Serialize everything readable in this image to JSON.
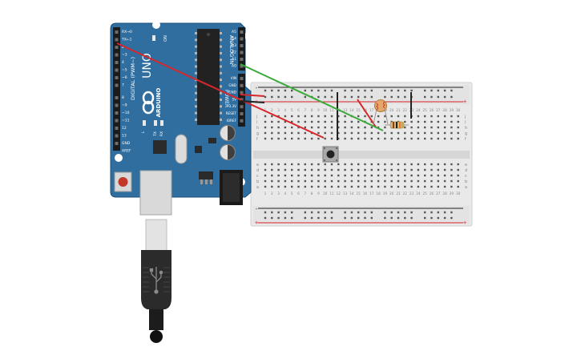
{
  "board": {
    "name": "ARDUINO",
    "model": "UNO",
    "digital_label": "DIGITAL (PWM~)",
    "analog_label": "ANALOG IN",
    "power_label": "POWER",
    "on_label": "ON",
    "tx_label": "TX",
    "rx_label": "RX",
    "l_label": "L",
    "digital_pins": [
      "RX→0",
      "TX←1",
      "2",
      "~3",
      "4",
      "~5",
      "~6",
      "7",
      "8",
      "~9",
      "~10",
      "~11",
      "12",
      "13",
      "GND",
      "AREF"
    ],
    "analog_pins": [
      "A5",
      "A4",
      "A3",
      "A2",
      "A1",
      "A0"
    ],
    "power_pins": [
      "VIN",
      "GND",
      "GND",
      "5V",
      "3.3V",
      "RESET",
      "IOREF"
    ]
  },
  "breadboard": {
    "columns": [
      "1",
      "2",
      "3",
      "4",
      "5",
      "6",
      "7",
      "8",
      "9",
      "10",
      "11",
      "12",
      "13",
      "14",
      "15",
      "16",
      "17",
      "18",
      "19",
      "20",
      "21",
      "22",
      "23",
      "24",
      "25",
      "26",
      "27",
      "28",
      "29",
      "30"
    ],
    "rows_top": [
      "a",
      "b",
      "c",
      "d",
      "e"
    ],
    "rows_bottom": [
      "f",
      "g",
      "h",
      "i",
      "j"
    ],
    "rail_plus": "+",
    "rail_minus": "-"
  },
  "colors": {
    "board": "#2f6e9f",
    "board_dark": "#1d4f78",
    "breadboard": "#e9e9e9",
    "wire_red": "#d8262b",
    "wire_green": "#3aaa3a",
    "wire_black": "#222222",
    "usb_body": "#2b2b2b"
  },
  "icons": {
    "usb": "usb-icon",
    "infinity_logo": "arduino-infinity-logo"
  }
}
